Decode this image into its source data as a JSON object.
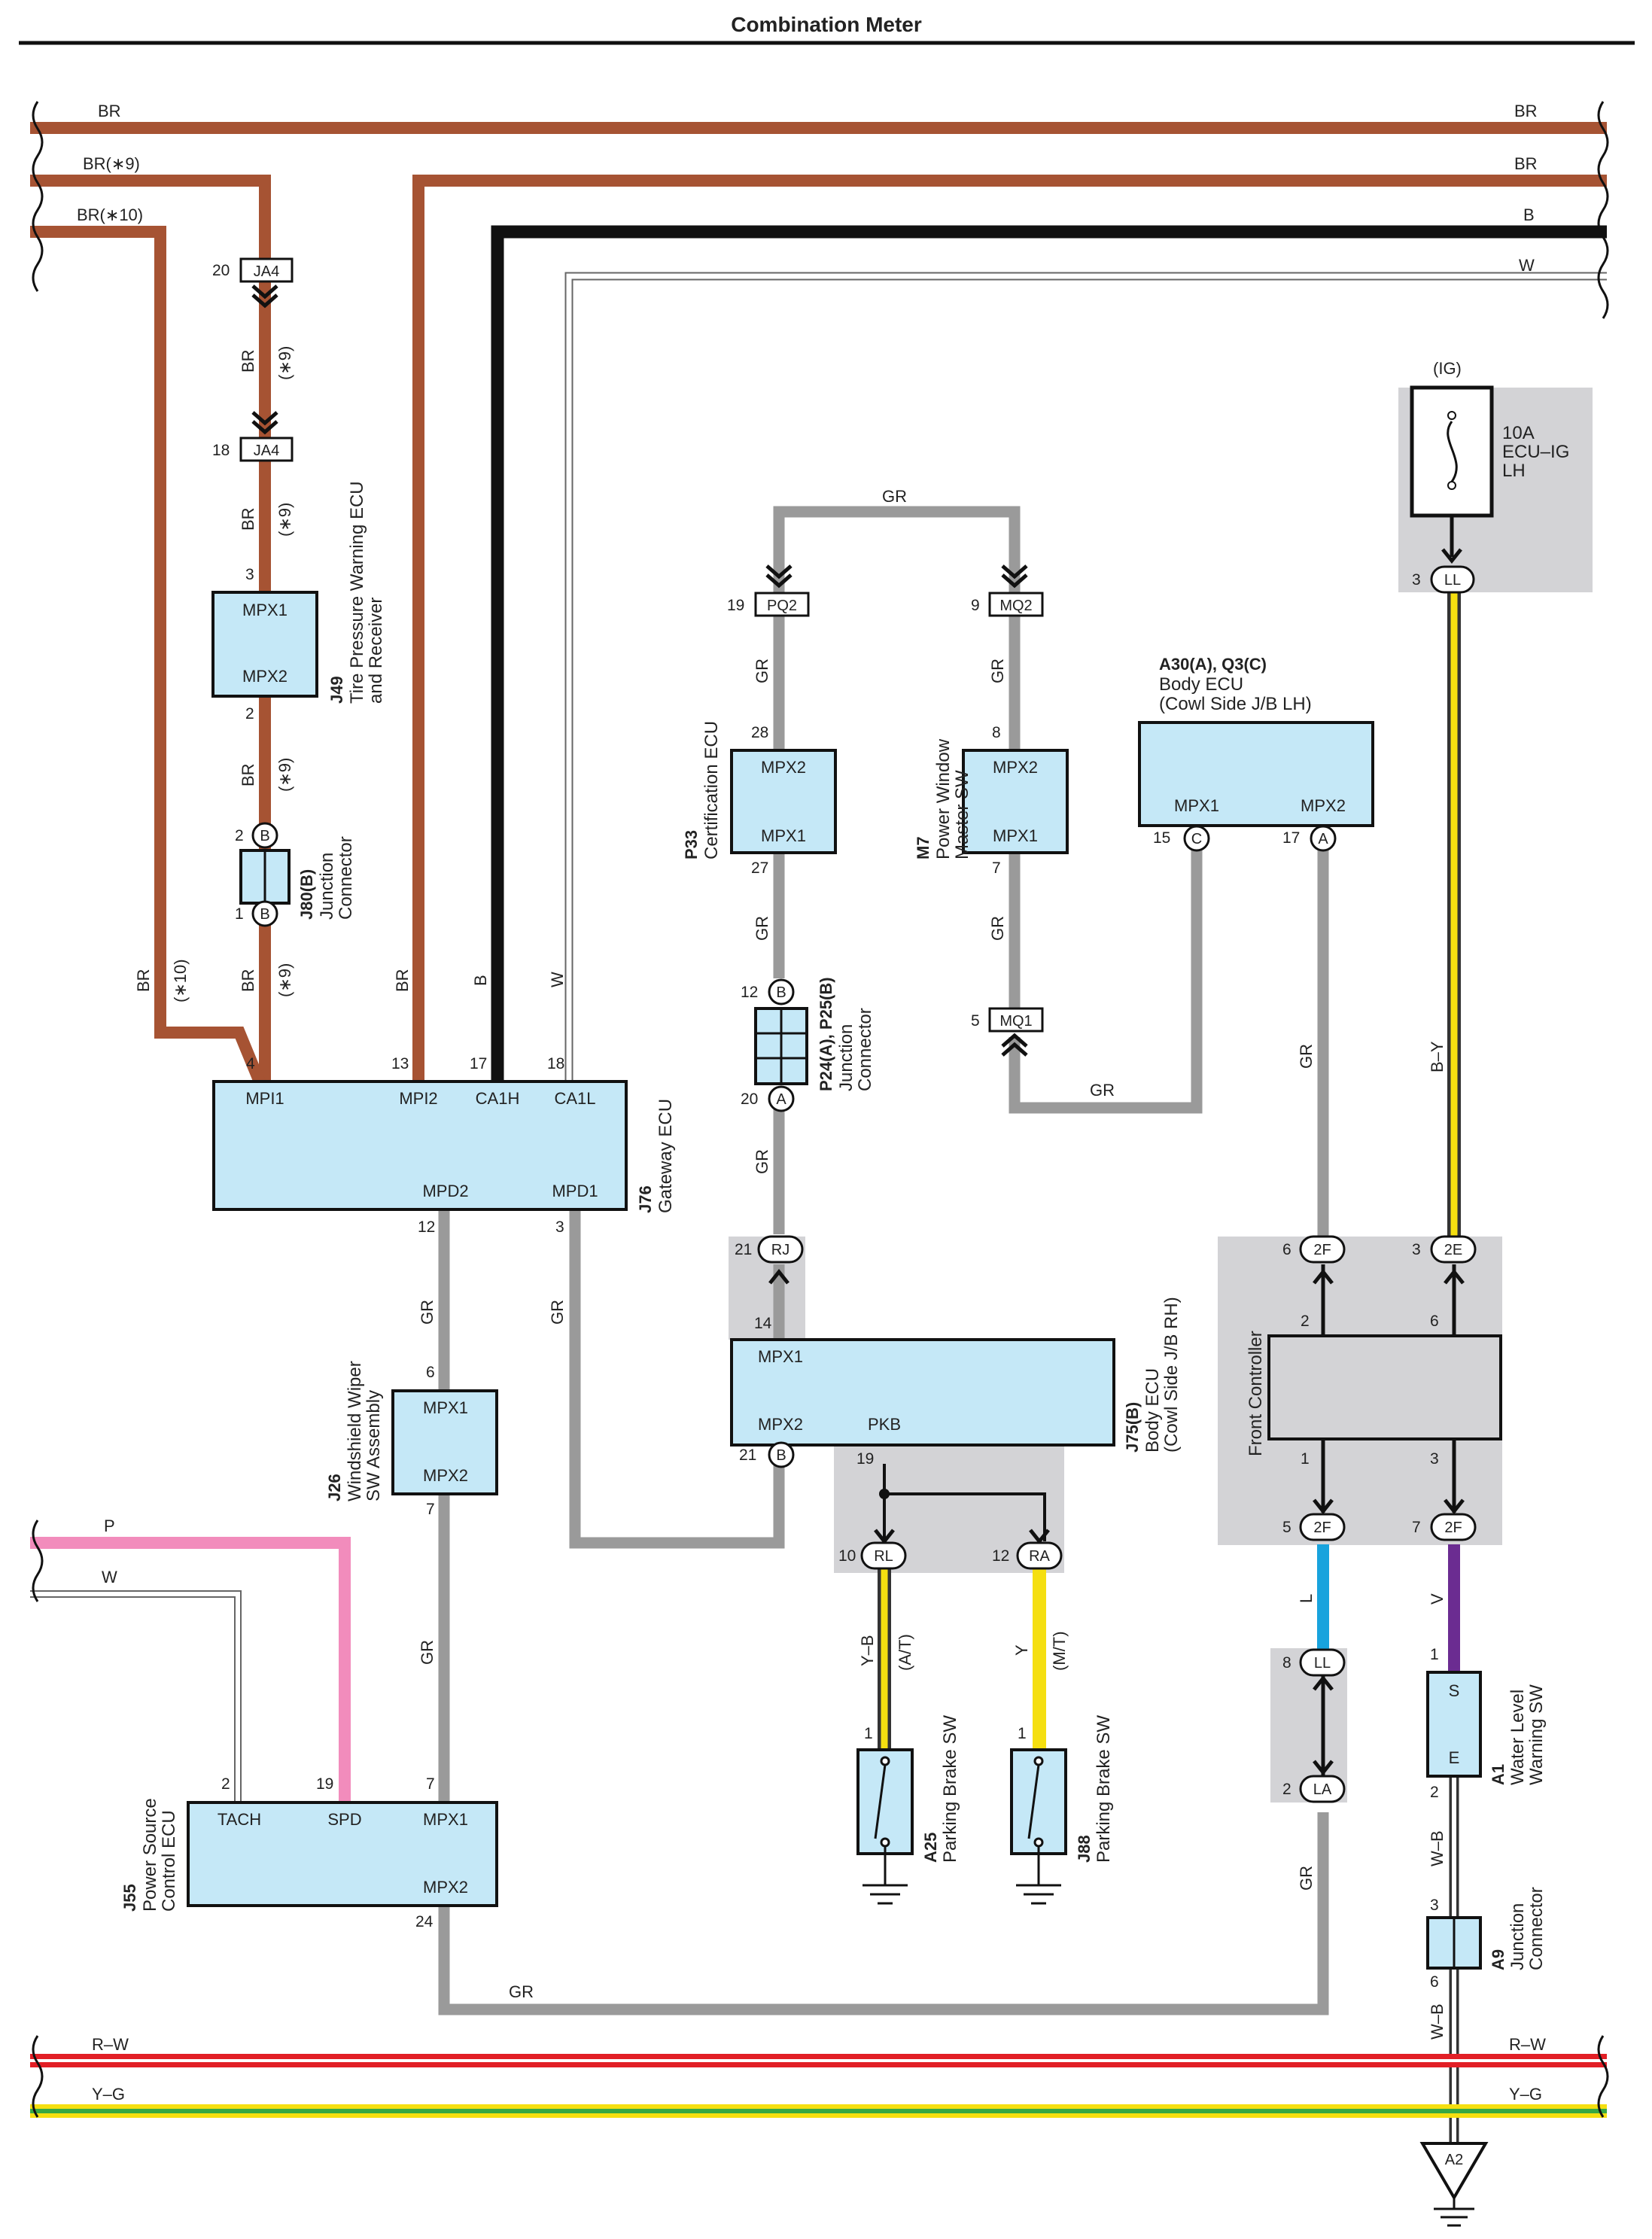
{
  "title": "Combination Meter",
  "colors": {
    "BR": "#a65333",
    "B": "#111111",
    "W": "#888888",
    "GR": "#9a9a9a",
    "P": "#f28cbc",
    "Y": "#f5df10",
    "L": "#18a3dd",
    "V": "#6b2c91",
    "R": "#e21f26",
    "G": "#38a843",
    "box_fill": "#c5e8f7",
    "gray_area": "#d3d3d6"
  },
  "wire_labels": {
    "br_top_left": "BR",
    "br_top_right": "BR",
    "br9_left": "BR(∗9)",
    "br_second_right": "BR",
    "br10_left": "BR(∗10)",
    "b_right": "B",
    "w_right": "W",
    "ja4_br_1": "BR",
    "ja4_br_1_note": "(∗9)",
    "ja4_br_2": "BR",
    "ja4_br_2_note": "(∗9)",
    "j49_br": "BR",
    "j49_br_note": "(∗9)",
    "j80_br": "BR",
    "j80_br_note": "(∗9)",
    "br10_vert": "BR",
    "br10_vert_note": "(∗10)",
    "mpi2_br": "BR",
    "ca1h_b": "B",
    "ca1l_w": "W",
    "gr_top_loop": "GR",
    "gr_p33_top": "GR",
    "gr_m7_top": "GR",
    "gr_p33_bottom": "GR",
    "gr_m7_bottom": "GR",
    "gr_mq1": "GR",
    "gr_p24": "GR",
    "gr_body_a": "GR",
    "by_fuse": "B–Y",
    "gr_mpd2": "GR",
    "gr_mpd1": "GR",
    "gr_j26": "GR",
    "gr_bottom": "GR",
    "gr_la": "GR",
    "p_left": "P",
    "w_left": "W",
    "yb_rl": "Y–B",
    "yb_rl_note": "(A/T)",
    "y_ra": "Y",
    "y_ra_note": "(M/T)",
    "l_ll": "L",
    "v_a1": "V",
    "wb_a1": "W–B",
    "wb_a9": "W–B",
    "rw_left": "R–W",
    "rw_right": "R–W",
    "yg_left": "Y–G",
    "yg_right": "Y–G"
  },
  "pins": {
    "ja4_top": "20",
    "ja4_bottom": "18",
    "j49_top": "3",
    "j49_bottom": "2",
    "j80_top": "2",
    "j80_bottom": "1",
    "j76_mpi1": "4",
    "j76_mpi2": "13",
    "j76_ca1h": "17",
    "j76_ca1l": "18",
    "j76_mpd2": "12",
    "j76_mpd1": "3",
    "pq2": "19",
    "mq2": "9",
    "p33_top": "28",
    "p33_bottom": "27",
    "m7_top": "8",
    "m7_bottom": "7",
    "mq1": "5",
    "p24_top": "12",
    "p24_bottom": "20",
    "a30_c": "15",
    "a30_a": "17",
    "fuse_ll": "3",
    "rj": "21",
    "j75_top": "14",
    "j75_b": "21",
    "j75_pkb": "19",
    "rl": "10",
    "ra": "12",
    "fc_2f_top": "6",
    "fc_2e_top": "3",
    "fc_in_left": "2",
    "fc_in_right": "6",
    "fc_out_left": "1",
    "fc_out_right": "3",
    "fc_2f_bl": "5",
    "fc_2f_br": "7",
    "ll_bottom": "8",
    "la": "2",
    "a1_top": "1",
    "a1_bottom": "2",
    "a9_top": "3",
    "a9_bottom": "6",
    "j26_top": "6",
    "j26_bottom": "7",
    "j55_tach": "2",
    "j55_spd": "19",
    "j55_mpx1": "7",
    "j55_mpx2": "24",
    "a25": "1",
    "j88": "1"
  },
  "connector_tags": {
    "ja4": "JA4",
    "pq2": "PQ2",
    "mq2": "MQ2",
    "mq1": "MQ1",
    "b": "B",
    "a": "A",
    "c": "C",
    "ll": "LL",
    "rj": "RJ",
    "rl": "RL",
    "ra": "RA",
    "f2": "2F",
    "e2": "2E",
    "la": "LA",
    "a2": "A2"
  },
  "components": {
    "j49": {
      "id": "J49",
      "name1": "Tire Pressure Warning ECU",
      "name2": "and Receiver",
      "t1": "MPX1",
      "t2": "MPX2"
    },
    "j80": {
      "id": "J80(B)",
      "name1": "Junction",
      "name2": "Connector"
    },
    "j76": {
      "id": "J76",
      "name": "Gateway ECU",
      "mpi1": "MPI1",
      "mpi2": "MPI2",
      "ca1h": "CA1H",
      "ca1l": "CA1L",
      "mpd2": "MPD2",
      "mpd1": "MPD1"
    },
    "p33": {
      "id": "P33",
      "name": "Certification ECU",
      "t1": "MPX2",
      "t2": "MPX1"
    },
    "m7": {
      "id": "M7",
      "name1": "Power Window",
      "name2": "Master SW",
      "t1": "MPX2",
      "t2": "MPX1"
    },
    "p24": {
      "id": "P24(A), P25(B)",
      "name1": "Junction",
      "name2": "Connector"
    },
    "a30": {
      "id": "A30(A), Q3(C)",
      "name1": "Body ECU",
      "name2": "(Cowl Side J/B LH)",
      "t1": "MPX1",
      "t2": "MPX2"
    },
    "fuse": {
      "ig": "(IG)",
      "line1": "10A",
      "line2": "ECU–IG",
      "line3": "LH"
    },
    "j75": {
      "id": "J75(B)",
      "name1": "Body ECU",
      "name2": "(Cowl Side J/B RH)",
      "t1": "MPX1",
      "t2": "MPX2",
      "t3": "PKB"
    },
    "fc": {
      "name": "Front Controller"
    },
    "a1": {
      "id": "A1",
      "name1": "Water Level",
      "name2": "Warning SW",
      "t1": "S",
      "t2": "E"
    },
    "a9": {
      "id": "A9",
      "name1": "Junction",
      "name2": "Connector"
    },
    "j26": {
      "id": "J26",
      "name1": "Windshield Wiper",
      "name2": "SW Assembly",
      "t1": "MPX1",
      "t2": "MPX2"
    },
    "j55": {
      "id": "J55",
      "name1": "Power Source",
      "name2": "Control ECU",
      "tach": "TACH",
      "spd": "SPD",
      "t1": "MPX1",
      "t2": "MPX2"
    },
    "a25": {
      "id": "A25",
      "name": "Parking Brake SW"
    },
    "j88": {
      "id": "J88",
      "name": "Parking Brake SW"
    }
  }
}
